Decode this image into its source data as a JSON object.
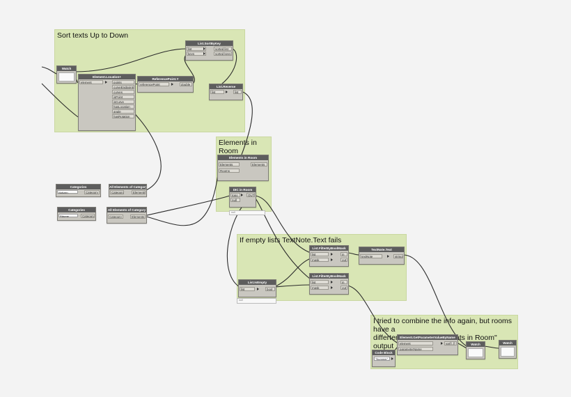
{
  "groups": {
    "sort": {
      "title": "Sort texts Up to Down"
    },
    "rooms": {
      "title": "Elements in Room\nadaption (archilab)"
    },
    "empty": {
      "title": "If empty lists TextNote.Text fails"
    },
    "combine": {
      "title": "I tried to combine the info again, but rooms have a\ndifferten order als \"Elements in Room\" output"
    }
  },
  "nodes": {
    "watch1": {
      "title": "Watch"
    },
    "location": {
      "title": "Element.Location+",
      "in": "element",
      "outs": [
        "points",
        "curveEndpoints",
        "curves",
        "isPoint",
        "isCurve",
        "hasLocation",
        "angle",
        "hasRotation"
      ]
    },
    "refpoint": {
      "title": "ReferencePoint.Y",
      "in": "referencePoint",
      "out": "double"
    },
    "sortbykey": {
      "title": "List.SortByKey",
      "ins": [
        "list",
        "keys"
      ],
      "outs": [
        "sorted list",
        "sorted keys"
      ]
    },
    "reverse": {
      "title": "List.Reverse",
      "in": "list",
      "out": "list"
    },
    "elemroom": {
      "title": "Elements in Room",
      "ins": [
        "Elements",
        "Rooms"
      ],
      "out": "Elements"
    },
    "isnull": {
      "title": "DIC in Room",
      "ins": [
        "topo",
        "null"
      ],
      "out": "OUT",
      "preview": "null"
    },
    "cat1": {
      "title": "Categories",
      "value": "Notizen"
    },
    "allcat1": {
      "title": "All Elements of Category",
      "in": "Category",
      "out": "Elements"
    },
    "cat2": {
      "title": "Categories",
      "value": "Räume"
    },
    "allcat2": {
      "title": "All Elements of Category",
      "in": "Category",
      "out": "Elements"
    },
    "filter1": {
      "title": "List.FilterByBoolMask",
      "ins": [
        "list",
        "mask"
      ],
      "outs": [
        "in",
        "out"
      ]
    },
    "textnote": {
      "title": "TextNote.Text",
      "in": "textNote",
      "out": "string"
    },
    "isempty": {
      "title": "List.IsEmpty",
      "in": "list",
      "out": "bool",
      "preview": "null"
    },
    "filter2": {
      "title": "List.FilterByBoolMask",
      "ins": [
        "list",
        "mask"
      ],
      "outs": [
        "in",
        "out"
      ]
    },
    "getparam": {
      "title": "Element.GetParameterValueByName",
      "ins": [
        "element",
        "parameterName"
      ],
      "out": "var[]..[]"
    },
    "codeblock": {
      "title": "Code Block",
      "value": "\"Nummer\";"
    },
    "watch2": {
      "title": "Watch"
    },
    "watch3": {
      "title": "Watch"
    }
  }
}
